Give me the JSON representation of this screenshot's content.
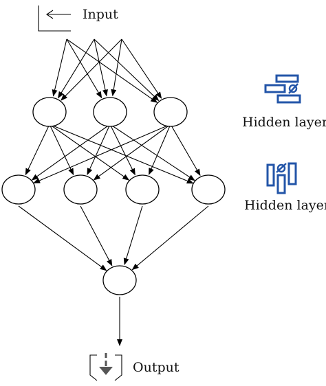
{
  "input": {
    "label": "Input",
    "icon": "arrow-left-box-icon"
  },
  "output": {
    "label": "Output",
    "icon": "download-hexagon-icon"
  },
  "legend": [
    {
      "label": "Hidden layers",
      "icon": "horizontal-blocks-icon",
      "color": "#2355a8"
    },
    {
      "label": "Hidden layers",
      "icon": "vertical-blocks-icon",
      "color": "#2355a8"
    }
  ],
  "network": {
    "layers": [
      {
        "role": "hidden",
        "nodes": 3
      },
      {
        "role": "hidden",
        "nodes": 4
      },
      {
        "role": "output",
        "nodes": 1
      }
    ],
    "input_sources": 3
  }
}
